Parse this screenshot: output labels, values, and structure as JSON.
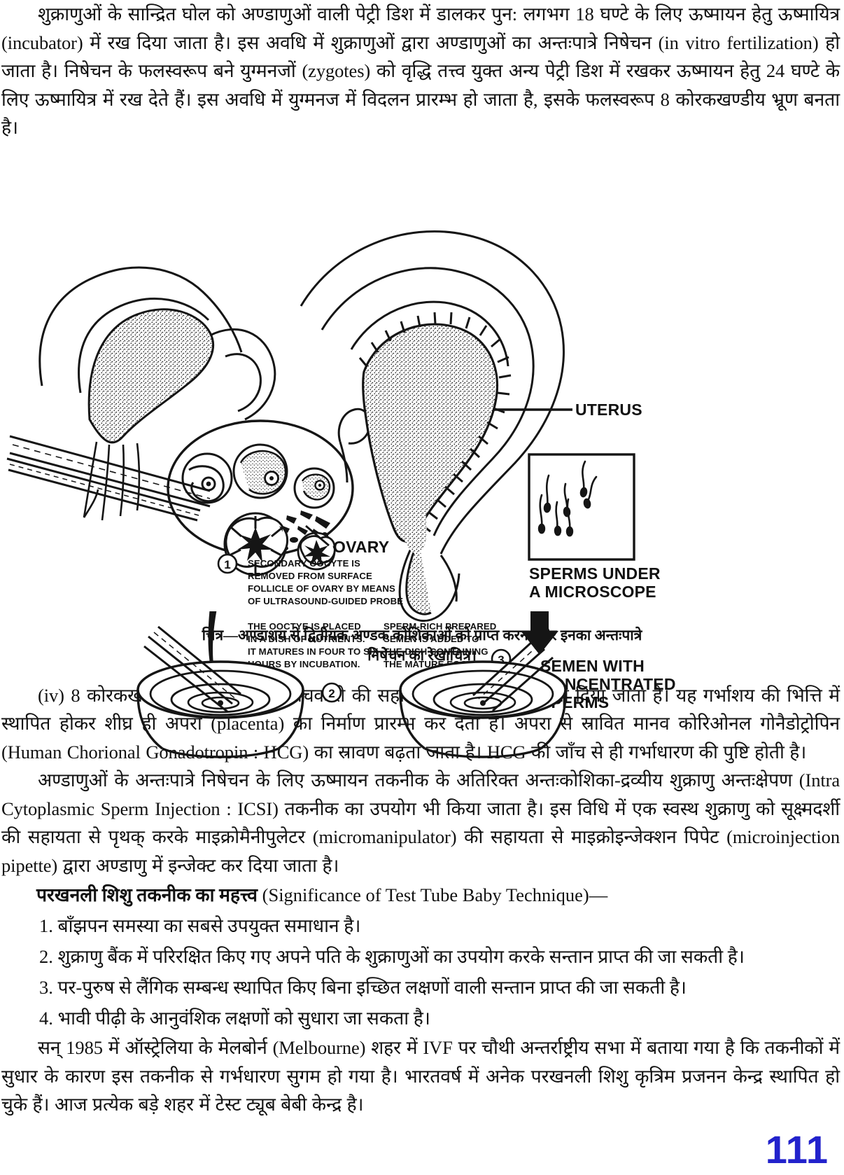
{
  "page": {
    "number": "111",
    "number_color": "#2222cc"
  },
  "top_paragraph": {
    "text": "शुक्राणुओं के सान्द्रित घोल को अण्डाणुओं वाली पेट्री डिश में डालकर पुन: लगभग 18 घण्टे के लिए ऊष्मायन हेतु ऊष्मायित्र (incubator) में रख दिया जाता है। इस अवधि में शुक्राणुओं द्वारा अण्डाणुओं का अन्तःपात्रे निषेचन (in vitro fertilization) हो जाता है। निषेचन के फलस्वरूप बने युग्मनजों (zygotes) को वृद्धि तत्त्व युक्त अन्य पेट्री डिश में रखकर ऊष्मायन हेतु 24 घण्टे के लिए ऊष्मायित्र में रख देते हैं। इस अवधि में युग्मनज में विदलन प्रारम्भ हो जाता है, इसके फलस्वरूप 8 कोरकखण्डीय भ्रूण बनता है।"
  },
  "figure": {
    "labels": {
      "uterus": "UTERUS",
      "ovary": "OVARY",
      "sperms_microscope_line1": "SPERMS UNDER",
      "sperms_microscope_line2": "A MICROSCOPE",
      "semen_line1": "SEMEN WITH",
      "semen_line2": "CONCENTRATED",
      "semen_line3": "SPERMS",
      "step1_lines": [
        "SECONDARY OOCYTE IS",
        "REMOVED FROM SURFACE",
        "FOLLICLE OF OVARY BY MEANS",
        "OF ULTRASOUND-GUIDED PROBE"
      ],
      "step2_lines": [
        "THE OOCTYE IS PLACED",
        "IN A DISH OF NUTRIENTS.",
        "IT MATURES IN FOUR TO SIX",
        "HOURS BY INCUBATION."
      ],
      "step3_lines": [
        "SPERM-RICH PREPARED",
        "SEMEN IS ADDED TO",
        "THE DISH CONTAINING",
        "THE MATURE EGGS (OVA)."
      ],
      "step_numbers": [
        "1",
        "2",
        "3"
      ]
    },
    "caption_line1": "चित्र—अण्डाशय से द्वितीयक अण्डक कोशिकाओं को प्राप्त करना और इनका अन्तःपात्रे",
    "caption_line2": "निषेचन का रेखाचित्र।"
  },
  "body": {
    "para_iv": "(iv) 8 कोरकखण्डीय भ्रूण को विशेष पिचकारी की सहायता से गर्भाशय में पहुँचा दिया जाता है। यह गर्भाशय की भित्ति में स्थापित होकर शीघ्र ही अपरा (placenta) का निर्माण प्रारम्भ कर देता है। अपरा से स्रावित मानव कोरिओनल गोनैडोट्रोपिन (Human Chorional Gonadotropin : HCG) का स्रावण बढ़ता जाता है। HCG की जाँच से ही गर्भाधारण की पुष्टि होती है।",
    "para_icsi": "अण्डाणुओं के अन्तःपात्रे निषेचन के लिए ऊष्मायन तकनीक के अतिरिक्त अन्तःकोशिका-द्रव्यीय शुक्राणु अन्तःक्षेपण (Intra Cytoplasmic Sperm Injection : ICSI) तकनीक का उपयोग भी किया जाता है। इस विधि में एक स्वस्थ शुक्राणु को सूक्ष्मदर्शी की सहायता से पृथक् करके माइक्रोमैनीपुलेटर (micromanipulator) की सहायता से माइक्रोइन्जेक्शन पिपेट (microinjection pipette) द्वारा अण्डाणु में इन्जेक्ट कर दिया जाता है।",
    "significance_heading_hi": "परखनली शिशु तकनीक का महत्त्व",
    "significance_heading_en": "(Significance of Test Tube Baby Technique)—",
    "significance_items": [
      "1. बाँझपन समस्या का सबसे उपयुक्त समाधान है।",
      "2. शुक्राणु बैंक में परिरक्षित किए गए अपने पति के शुक्राणुओं का उपयोग करके सन्तान प्राप्त की जा सकती है।",
      "3. पर-पुरुष से लैंगिक सम्बन्ध स्थापित किए बिना इच्छित लक्षणों वाली सन्तान प्राप्त की जा सकती है।",
      "4. भावी पीढ़ी के आनुवंशिक लक्षणों को सुधारा जा सकता है।"
    ],
    "para_melbourne": "सन् 1985 में ऑस्ट्रेलिया के मेलबोर्न (Melbourne) शहर में IVF पर चौथी अन्तर्राष्ट्रीय सभा में बताया गया है कि तकनीकों में सुधार के कारण इस तकनीक से गर्भधारण सुगम हो गया है। भारतवर्ष में अनेक परखनली शिशु कृत्रिम प्रजनन केन्द्र स्थापित हो चुके हैं। आज प्रत्येक बड़े शहर में टेस्ट ट्यूब बेबी केन्द्र है।"
  }
}
